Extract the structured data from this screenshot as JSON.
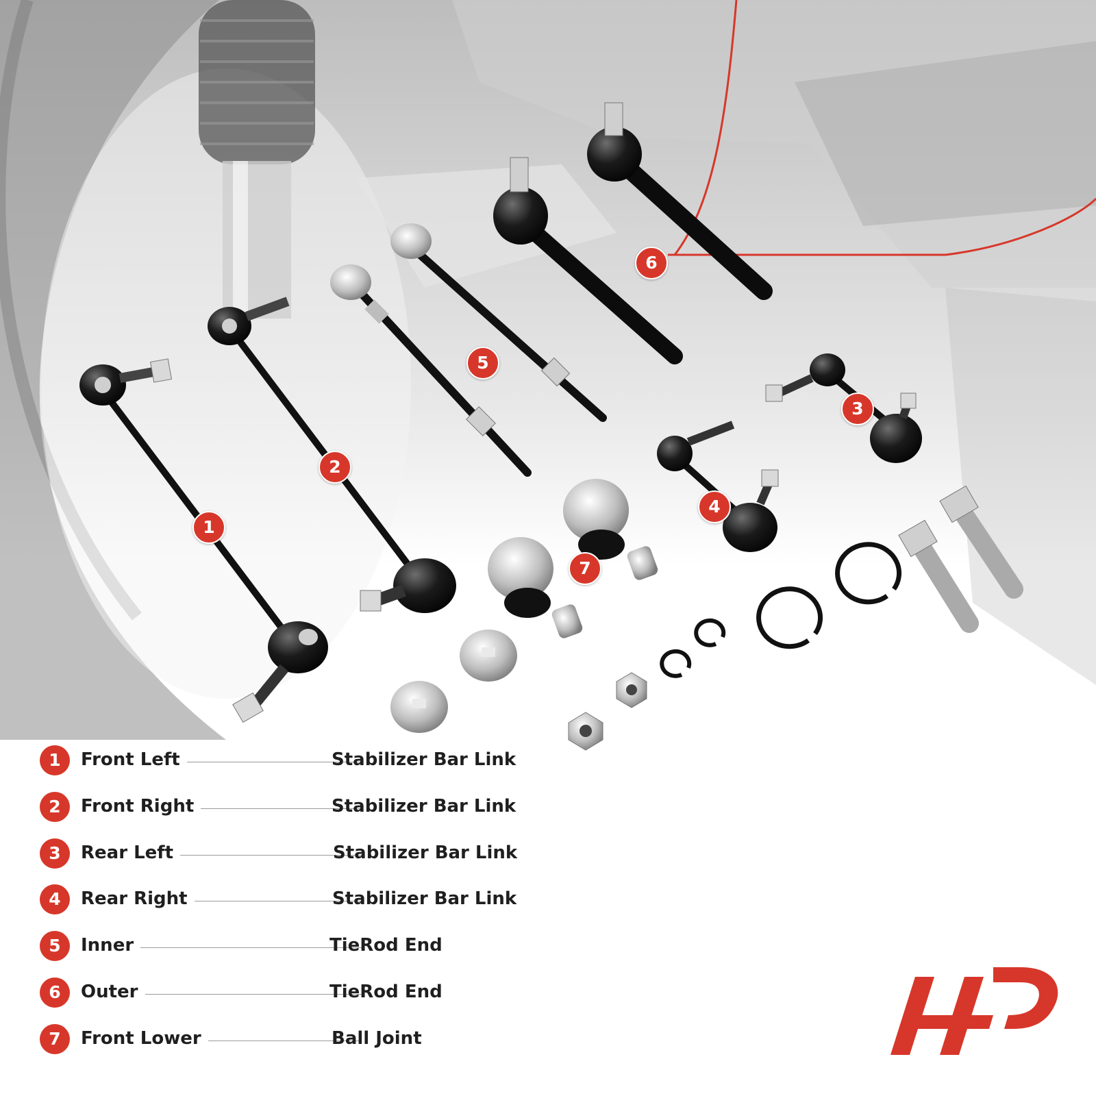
{
  "accent_color": "#d7372a",
  "legend": [
    {
      "num": "1",
      "position": "Front Left",
      "part": "Stabilizer Bar Link"
    },
    {
      "num": "2",
      "position": "Front Right",
      "part": "Stabilizer Bar Link"
    },
    {
      "num": "3",
      "position": "Rear Left",
      "part": "Stabilizer Bar Link"
    },
    {
      "num": "4",
      "position": "Rear Right",
      "part": "Stabilizer Bar Link"
    },
    {
      "num": "5",
      "position": "Inner",
      "part": "TieRod End"
    },
    {
      "num": "6",
      "position": "Outer",
      "part": "TieRod End"
    },
    {
      "num": "7",
      "position": "Front Lower",
      "part": "Ball Joint"
    }
  ],
  "callouts": [
    "1",
    "2",
    "3",
    "4",
    "5",
    "6",
    "7"
  ],
  "icons": {
    "logo": "a-premium-logo-icon"
  }
}
